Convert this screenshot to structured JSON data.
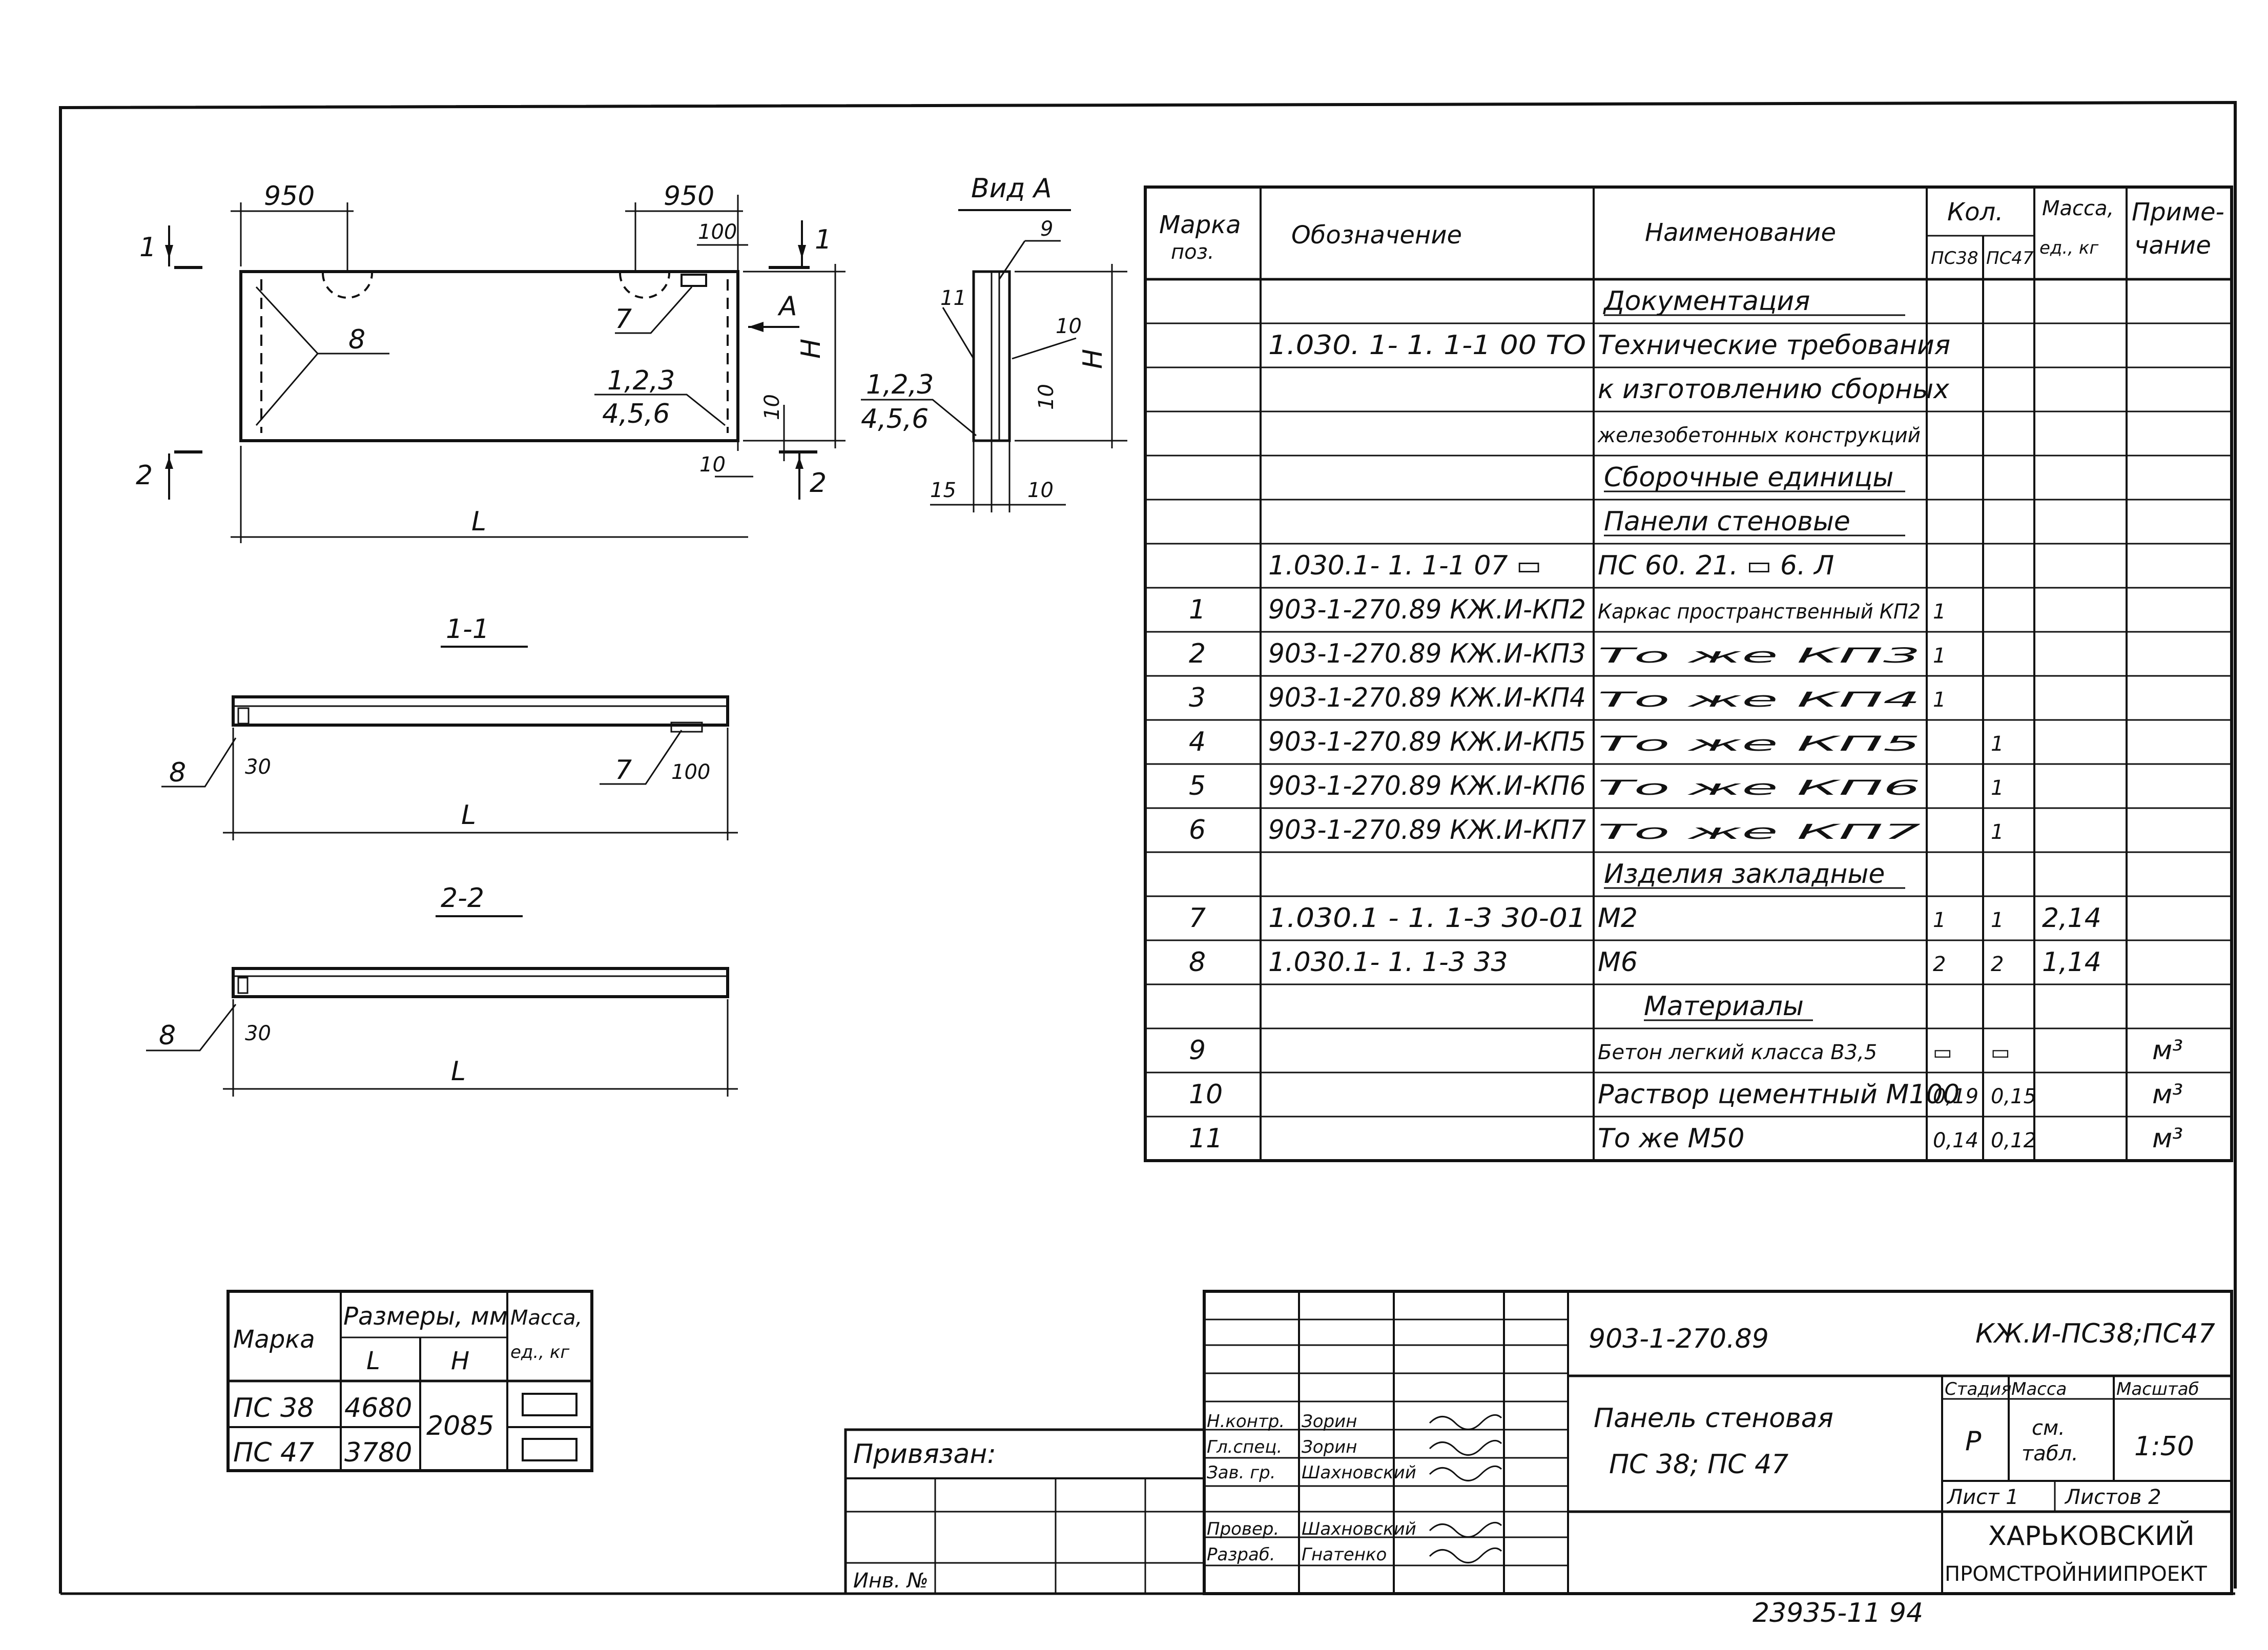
{
  "drawing": {
    "dims": {
      "d950_left": "950",
      "d950_right": "950",
      "d100": "100",
      "h": "H",
      "l": "L",
      "d10_a": "10",
      "d10_b": "10",
      "d15": "15",
      "d10_c": "10",
      "d10_d": "10",
      "d10_e": "10",
      "d30_a": "30",
      "d30_b": "30",
      "d100_b": "100"
    },
    "callouts": {
      "c1": "1",
      "c2": "2",
      "c1r": "1",
      "c2r": "2",
      "c7": "7",
      "c8": "8",
      "c123": "1,2,3",
      "c456": "4,5,6",
      "arrow_a": "A"
    },
    "view_a": {
      "title": "Вид А",
      "c9": "9",
      "c11": "11",
      "c10": "10",
      "c123": "1,2,3",
      "c456": "4,5,6"
    },
    "section_1": {
      "title": "1-1",
      "c8": "8",
      "c7": "7"
    },
    "section_2": {
      "title": "2-2",
      "c8": "8"
    }
  },
  "spec": {
    "headers": {
      "mark": "Марка",
      "pos": "поз.",
      "designation": "Обозначение",
      "name": "Наименование",
      "qty": "Кол.",
      "q38": "ПС38",
      "q47": "ПС47",
      "mass": "Масса,",
      "mass_unit": "ед., кг",
      "note": "Приме-",
      "note2": "чание"
    },
    "rows": [
      {
        "pos": "",
        "designation": "",
        "name": "Документация",
        "q38": "",
        "q47": "",
        "mass": "",
        "note": ""
      },
      {
        "pos": "",
        "designation": "1.030. 1- 1. 1-1 00 ТО",
        "name": "Технические требования",
        "q38": "",
        "q47": "",
        "mass": "",
        "note": ""
      },
      {
        "pos": "",
        "designation": "",
        "name": "к изготовлению сборных",
        "q38": "",
        "q47": "",
        "mass": "",
        "note": ""
      },
      {
        "pos": "",
        "designation": "",
        "name": "железобетонных конструкций",
        "q38": "",
        "q47": "",
        "mass": "",
        "note": ""
      },
      {
        "pos": "",
        "designation": "",
        "name": "Сборочные единицы",
        "q38": "",
        "q47": "",
        "mass": "",
        "note": ""
      },
      {
        "pos": "",
        "designation": "",
        "name": "Панели стеновые",
        "q38": "",
        "q47": "",
        "mass": "",
        "note": ""
      },
      {
        "pos": "",
        "designation": "1.030.1- 1. 1-1 07 ▭",
        "name": "ПС 60. 21. ▭  6. Л",
        "q38": "",
        "q47": "",
        "mass": "",
        "note": ""
      },
      {
        "pos": "1",
        "designation": "903-1-270.89   КЖ.И-КП2",
        "name": "Каркас пространственный КП2",
        "q38": "1",
        "q47": "",
        "mass": "",
        "note": ""
      },
      {
        "pos": "2",
        "designation": "903-1-270.89   КЖ.И-КП3",
        "name": "То же                    КП3",
        "q38": "1",
        "q47": "",
        "mass": "",
        "note": ""
      },
      {
        "pos": "3",
        "designation": "903-1-270.89   КЖ.И-КП4",
        "name": "То же                    КП4",
        "q38": "1",
        "q47": "",
        "mass": "",
        "note": ""
      },
      {
        "pos": "4",
        "designation": "903-1-270.89   КЖ.И-КП5",
        "name": "То же                    КП5",
        "q38": "",
        "q47": "1",
        "mass": "",
        "note": ""
      },
      {
        "pos": "5",
        "designation": "903-1-270.89   КЖ.И-КП6",
        "name": "То же                    КП6",
        "q38": "",
        "q47": "1",
        "mass": "",
        "note": ""
      },
      {
        "pos": "6",
        "designation": "903-1-270.89   КЖ.И-КП7",
        "name": "То же                    КП7",
        "q38": "",
        "q47": "1",
        "mass": "",
        "note": ""
      },
      {
        "pos": "",
        "designation": "",
        "name": "Изделия закладные",
        "q38": "",
        "q47": "",
        "mass": "",
        "note": ""
      },
      {
        "pos": "7",
        "designation": "1.030.1 - 1. 1-3 30-01",
        "name": "М2",
        "q38": "1",
        "q47": "1",
        "mass": "2,14",
        "note": ""
      },
      {
        "pos": "8",
        "designation": "1.030.1- 1. 1-3  33",
        "name": "М6",
        "q38": "2",
        "q47": "2",
        "mass": "1,14",
        "note": ""
      },
      {
        "pos": "",
        "designation": "",
        "name": "Материалы",
        "q38": "",
        "q47": "",
        "mass": "",
        "note": ""
      },
      {
        "pos": "9",
        "designation": "",
        "name": "Бетон легкий класса В3,5",
        "q38": "▭",
        "q47": "▭",
        "mass": "",
        "note": "м³"
      },
      {
        "pos": "10",
        "designation": "",
        "name": "Раствор цементный М100",
        "q38": "0,19",
        "q47": "0,15",
        "mass": "",
        "note": "м³"
      },
      {
        "pos": "11",
        "designation": "",
        "name": "То же         М50",
        "q38": "0,14",
        "q47": "0,12",
        "mass": "",
        "note": "м³"
      }
    ]
  },
  "size_table": {
    "headers": {
      "mark": "Марка",
      "sizes": "Размеры, мм",
      "l": "L",
      "h": "H",
      "mass": "Масса,",
      "mass_unit": "ед., кг"
    },
    "rows": [
      {
        "mark": "ПС 38",
        "l": "4680",
        "mass": "▭"
      },
      {
        "mark": "ПС 47",
        "l": "3780",
        "mass": "▭"
      }
    ],
    "h_value": "2085"
  },
  "title_block": {
    "code": "903-1-270.89",
    "doc": "КЖ.И-ПС38;ПС47",
    "title1": "Панель стеновая",
    "title2": "ПС 38;  ПС 47",
    "stage_label": "Стадия",
    "mass_label": "Масса",
    "scale_label": "Масштаб",
    "stage": "Р",
    "mass1": "см.",
    "mass2": "табл.",
    "scale": "1:50",
    "sheet_label": "Лист 1",
    "sheets_label": "Листов  2",
    "org1": "ХАРЬКОВСКИЙ",
    "org2": "ПРОМСТРОЙНИИПРОЕКТ",
    "bound_label": "Привязан:",
    "inv_label": "Инв. №",
    "roles": [
      {
        "role": "Н.контр.",
        "name": "Зорин"
      },
      {
        "role": "Гл.спец.",
        "name": "Зорин"
      },
      {
        "role": "Зав. гр.",
        "name": "Шахновский"
      },
      {
        "role": "",
        "name": ""
      },
      {
        "role": "Провер.",
        "name": "Шахновский"
      },
      {
        "role": "Разраб.",
        "name": "Гнатенко"
      }
    ]
  },
  "footer": {
    "number": "23935-11   94"
  }
}
